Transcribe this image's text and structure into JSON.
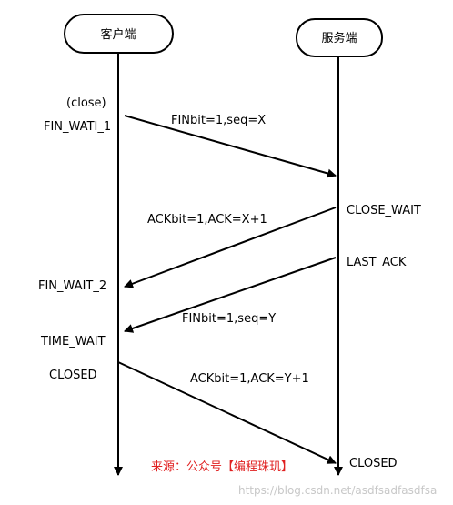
{
  "lifelines": {
    "client_label": "客户端",
    "server_label": "服务端"
  },
  "client_states": {
    "close": "(close)",
    "fin_wait_1": "FIN_WATI_1",
    "fin_wait_2": "FIN_WAIT_2",
    "time_wait": "TIME_WAIT",
    "closed": "CLOSED"
  },
  "server_states": {
    "close_wait": "CLOSE_WAIT",
    "last_ack": "LAST_ACK",
    "closed": "CLOSED"
  },
  "messages": {
    "m1": "FINbit=1,seq=X",
    "m2": "ACKbit=1,ACK=X+1",
    "m3": "FINbit=1,seq=Y",
    "m4": "ACKbit=1,ACK=Y+1"
  },
  "source_note": "来源：公众号【编程珠玑】",
  "watermark": "https://blog.csdn.net/asdfsadfasdfsa",
  "colors": {
    "line": "#000000",
    "source_note": "#e02020",
    "watermark": "#c8c8c8"
  }
}
